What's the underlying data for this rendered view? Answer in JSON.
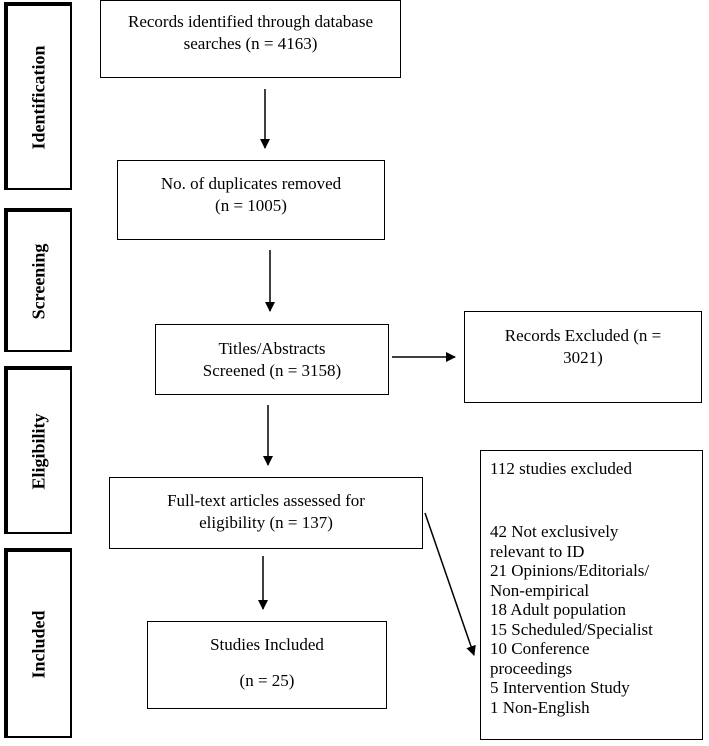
{
  "stages": {
    "identification": "Identification",
    "screening": "Screening",
    "eligibility": "Eligibility",
    "included": "Included"
  },
  "boxes": {
    "records_identified": {
      "line1": "Records identified through database",
      "line2": "searches (n = 4163)"
    },
    "duplicates_removed": {
      "line1": "No. of duplicates removed",
      "line2": "(n = 1005)"
    },
    "titles_screened": {
      "line1": "Titles/Abstracts",
      "line2": "Screened (n = 3158)"
    },
    "records_excluded": {
      "line1": "Records Excluded (n =",
      "line2": "3021)"
    },
    "full_text": {
      "line1": "Full-text articles assessed for",
      "line2": "eligibility (n = 137)"
    },
    "studies_included": {
      "line1": "Studies Included",
      "line2": "(n = 25)"
    },
    "studies_excluded": {
      "header": "112 studies excluded",
      "reasons": [
        "42 Not exclusively",
        "relevant to ID",
        "21 Opinions/Editorials/",
        "Non-empirical",
        "18 Adult population",
        "15 Scheduled/Specialist",
        "10 Conference",
        "proceedings",
        "5 Intervention Study",
        "1 Non-English"
      ]
    }
  }
}
